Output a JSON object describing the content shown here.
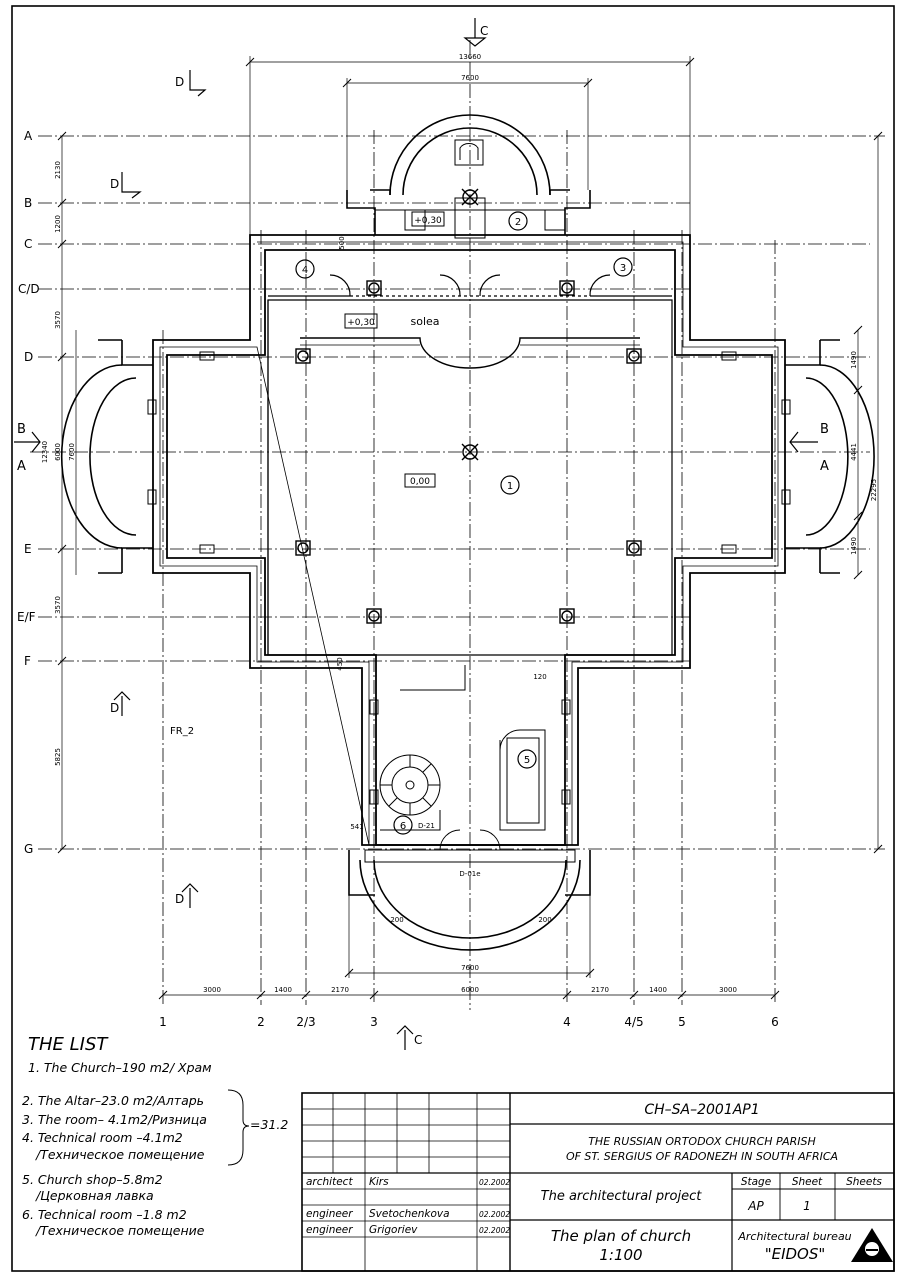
{
  "sections": {
    "c_top": "C",
    "c_bottom": "C",
    "d1": "D",
    "d2": "D",
    "d3": "D",
    "d4": "D",
    "b_left": "B",
    "a_left": "A",
    "b_right": "B",
    "a_right": "A"
  },
  "axes_rows": [
    "A",
    "B",
    "C",
    "C/D",
    "D",
    "",
    "E",
    "E/F",
    "F",
    "G"
  ],
  "axes_cols": [
    "1",
    "2",
    "2/3",
    "3",
    "4",
    "4/5",
    "5",
    "6"
  ],
  "dims_top": {
    "overall": "13660",
    "inner": "7600"
  },
  "dims_left": {
    "d1": "2130",
    "d2": "1200",
    "d3": "3570",
    "d4": "6000",
    "d5": "3570",
    "d6": "5825",
    "total": "12340",
    "apse": "7600"
  },
  "dims_right": {
    "d1": "1490",
    "d2": "4441",
    "d3": "1490",
    "total": "22295"
  },
  "dims_bottom": {
    "d1": "3000",
    "d2": "1400",
    "d3": "2170",
    "d4": "6000",
    "d5": "2170",
    "d6": "1400",
    "d7": "3000",
    "inner": "7600",
    "s1": "200",
    "s2": "200",
    "small": "120",
    "w541": "541",
    "w500": "500",
    "w450": "450"
  },
  "plan": {
    "rooms": [
      "1",
      "2",
      "3",
      "4",
      "5",
      "6"
    ],
    "levels": {
      "altar": "+0,30",
      "solea_level": "+0,30",
      "floor": "0,00"
    },
    "solea": "solea",
    "fr": "FR_2",
    "doors": {
      "d21": "D-21",
      "d01": "D-01e"
    }
  },
  "list": {
    "title": "THE LIST",
    "item1": "1. The Church–190 m2/ Храм",
    "item2": "2. The Altar–23.0 m2/Алтарь",
    "item3": "3. The   room– 4.1m2/Ризница",
    "item4a": "4. Technical room –4.1m2",
    "item4b": "/Техническое помещение",
    "sum": "=31.2",
    "item5a": "5. Church shop–5.8m2",
    "item5b": "/Церковная лавка",
    "item6a": "6. Technical room –1.8 m2",
    "item6b": "/Техническое помещение"
  },
  "title_block": {
    "code": "CH–SA–2001AP1",
    "project_line1": "THE RUSSIAN ORTODOX CHURCH PARISH",
    "project_line2": "OF ST. SERGIUS OF RADONEZH IN SOUTH AFRICA",
    "row1_role": "architect",
    "row1_name": "Kirs",
    "row1_date": "02.2002",
    "row2_role": "engineer",
    "row2_name": "Svetochenkova",
    "row2_date": "02.2002",
    "row3_role": "engineer",
    "row3_name": "Grigoriev",
    "row3_date": "02.2002",
    "doc_title": "The architectural project",
    "stage_h": "Stage",
    "sheet_h": "Sheet",
    "sheets_h": "Sheets",
    "stage": "AP",
    "sheet": "1",
    "sheets": "",
    "drawing_line1": "The plan of church",
    "drawing_line2": "1:100",
    "bureau_line1": "Architectural bureau",
    "bureau_line2": "\"EIDOS\""
  }
}
